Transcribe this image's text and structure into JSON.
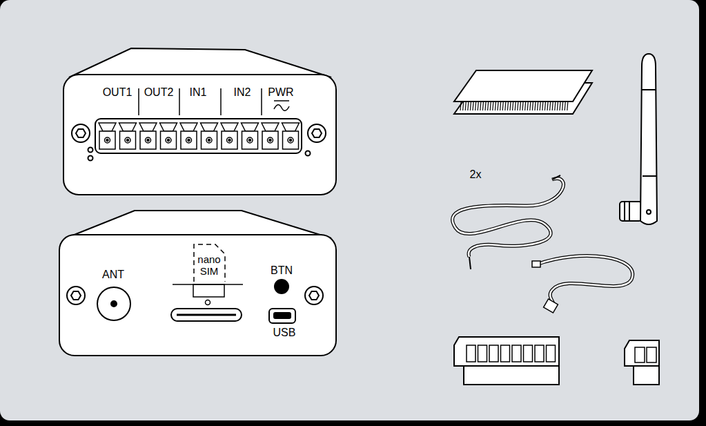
{
  "diagram": {
    "labels": [
      "OUT1",
      "OUT2",
      "IN1",
      "IN2",
      "PWR",
      "ANT",
      "nano SIM",
      "BTN",
      "USB",
      "2x"
    ]
  }
}
